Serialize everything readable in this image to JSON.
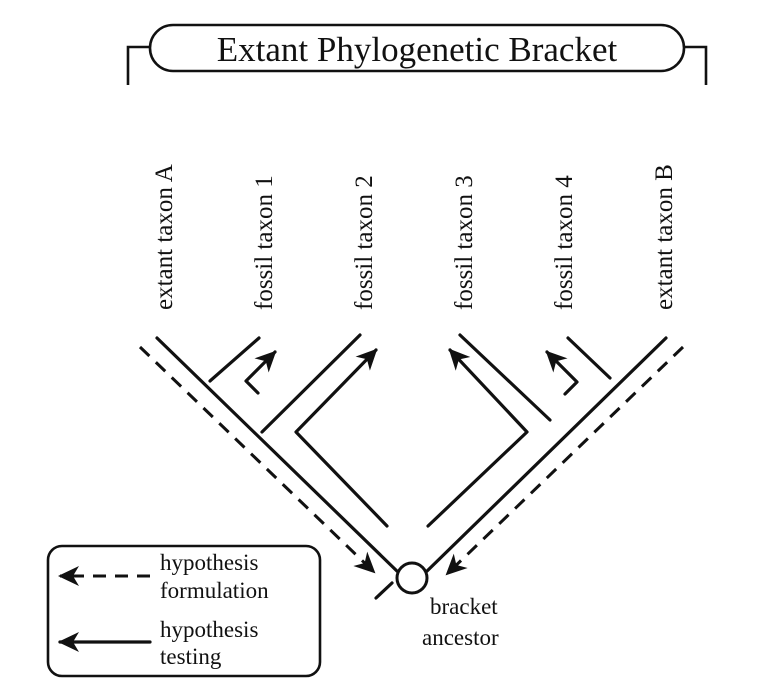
{
  "title": "Extant Phylogenetic Bracket",
  "taxa": [
    "extant taxon A",
    "fossil taxon 1",
    "fossil taxon 2",
    "fossil taxon 3",
    "fossil taxon 4",
    "extant taxon B"
  ],
  "ancestor": {
    "line1": "bracket",
    "line2": "ancestor"
  },
  "legend": {
    "formulation": {
      "line1": "hypothesis",
      "line2": "formulation"
    },
    "testing": {
      "line1": "hypothesis",
      "line2": "testing"
    }
  },
  "colors": {
    "ink": "#111111",
    "background": "#ffffff"
  }
}
